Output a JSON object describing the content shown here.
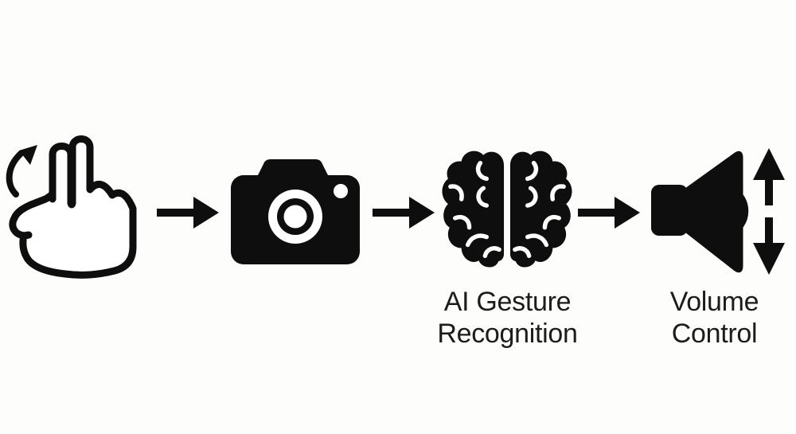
{
  "diagram": {
    "flow": {
      "arrow_icon": "right-arrow-icon",
      "steps": [
        {
          "name": "hand-gesture-input",
          "icon": "two-finger-swipe-hand-icon",
          "label": ""
        },
        {
          "name": "camera-capture",
          "icon": "camera-icon",
          "label": ""
        },
        {
          "name": "ai-gesture-recognition",
          "icon": "brain-icon",
          "label": "AI Gesture\nRecognition"
        },
        {
          "name": "volume-control",
          "icon": "speaker-up-down-arrows-icon",
          "label": "Volume\nControl"
        }
      ]
    },
    "colors": {
      "background": "#fdfdfb",
      "ink": "#0e0e0e",
      "text": "#1c1c1c"
    }
  }
}
